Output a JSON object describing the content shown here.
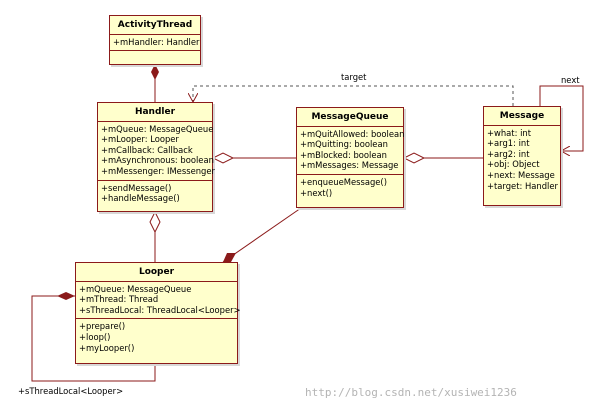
{
  "classes": {
    "activity_thread": {
      "name": "ActivityThread",
      "attributes": [
        "+mHandler: Handler"
      ],
      "operations": []
    },
    "handler": {
      "name": "Handler",
      "attributes": [
        "+mQueue: MessageQueue",
        "+mLooper: Looper",
        "+mCallback: Callback",
        "+mAsynchronous: boolean",
        "+mMessenger: IMessenger"
      ],
      "operations": [
        "+sendMessage()",
        "+handleMessage()"
      ]
    },
    "message_queue": {
      "name": "MessageQueue",
      "attributes": [
        "+mQuitAllowed: boolean",
        "+mQuitting: boolean",
        "+mBlocked: boolean",
        "+mMessages: Message"
      ],
      "operations": [
        "+enqueueMessage()",
        "+next()"
      ]
    },
    "message": {
      "name": "Message",
      "attributes": [
        "+what: int",
        "+arg1: int",
        "+arg2: int",
        "+obj: Object",
        "+next: Message",
        "+target: Handler"
      ]
    },
    "looper": {
      "name": "Looper",
      "attributes": [
        "+mQueue: MessageQueue",
        "+mThread: Thread",
        "+sThreadLocal: ThreadLocal<Looper>"
      ],
      "operations": [
        "+prepare()",
        "+loop()",
        "+myLooper()"
      ]
    }
  },
  "edge_labels": {
    "target": "target",
    "next": "next",
    "thread_local": "+sThreadLocal<Looper>"
  },
  "watermark": "http://blog.csdn.net/xusiwei1236",
  "colors": {
    "class_fill": "#ffffcc",
    "class_border": "#8b1a1a",
    "edge": "#8b1a1a",
    "watermark": "#b4b4b4"
  }
}
